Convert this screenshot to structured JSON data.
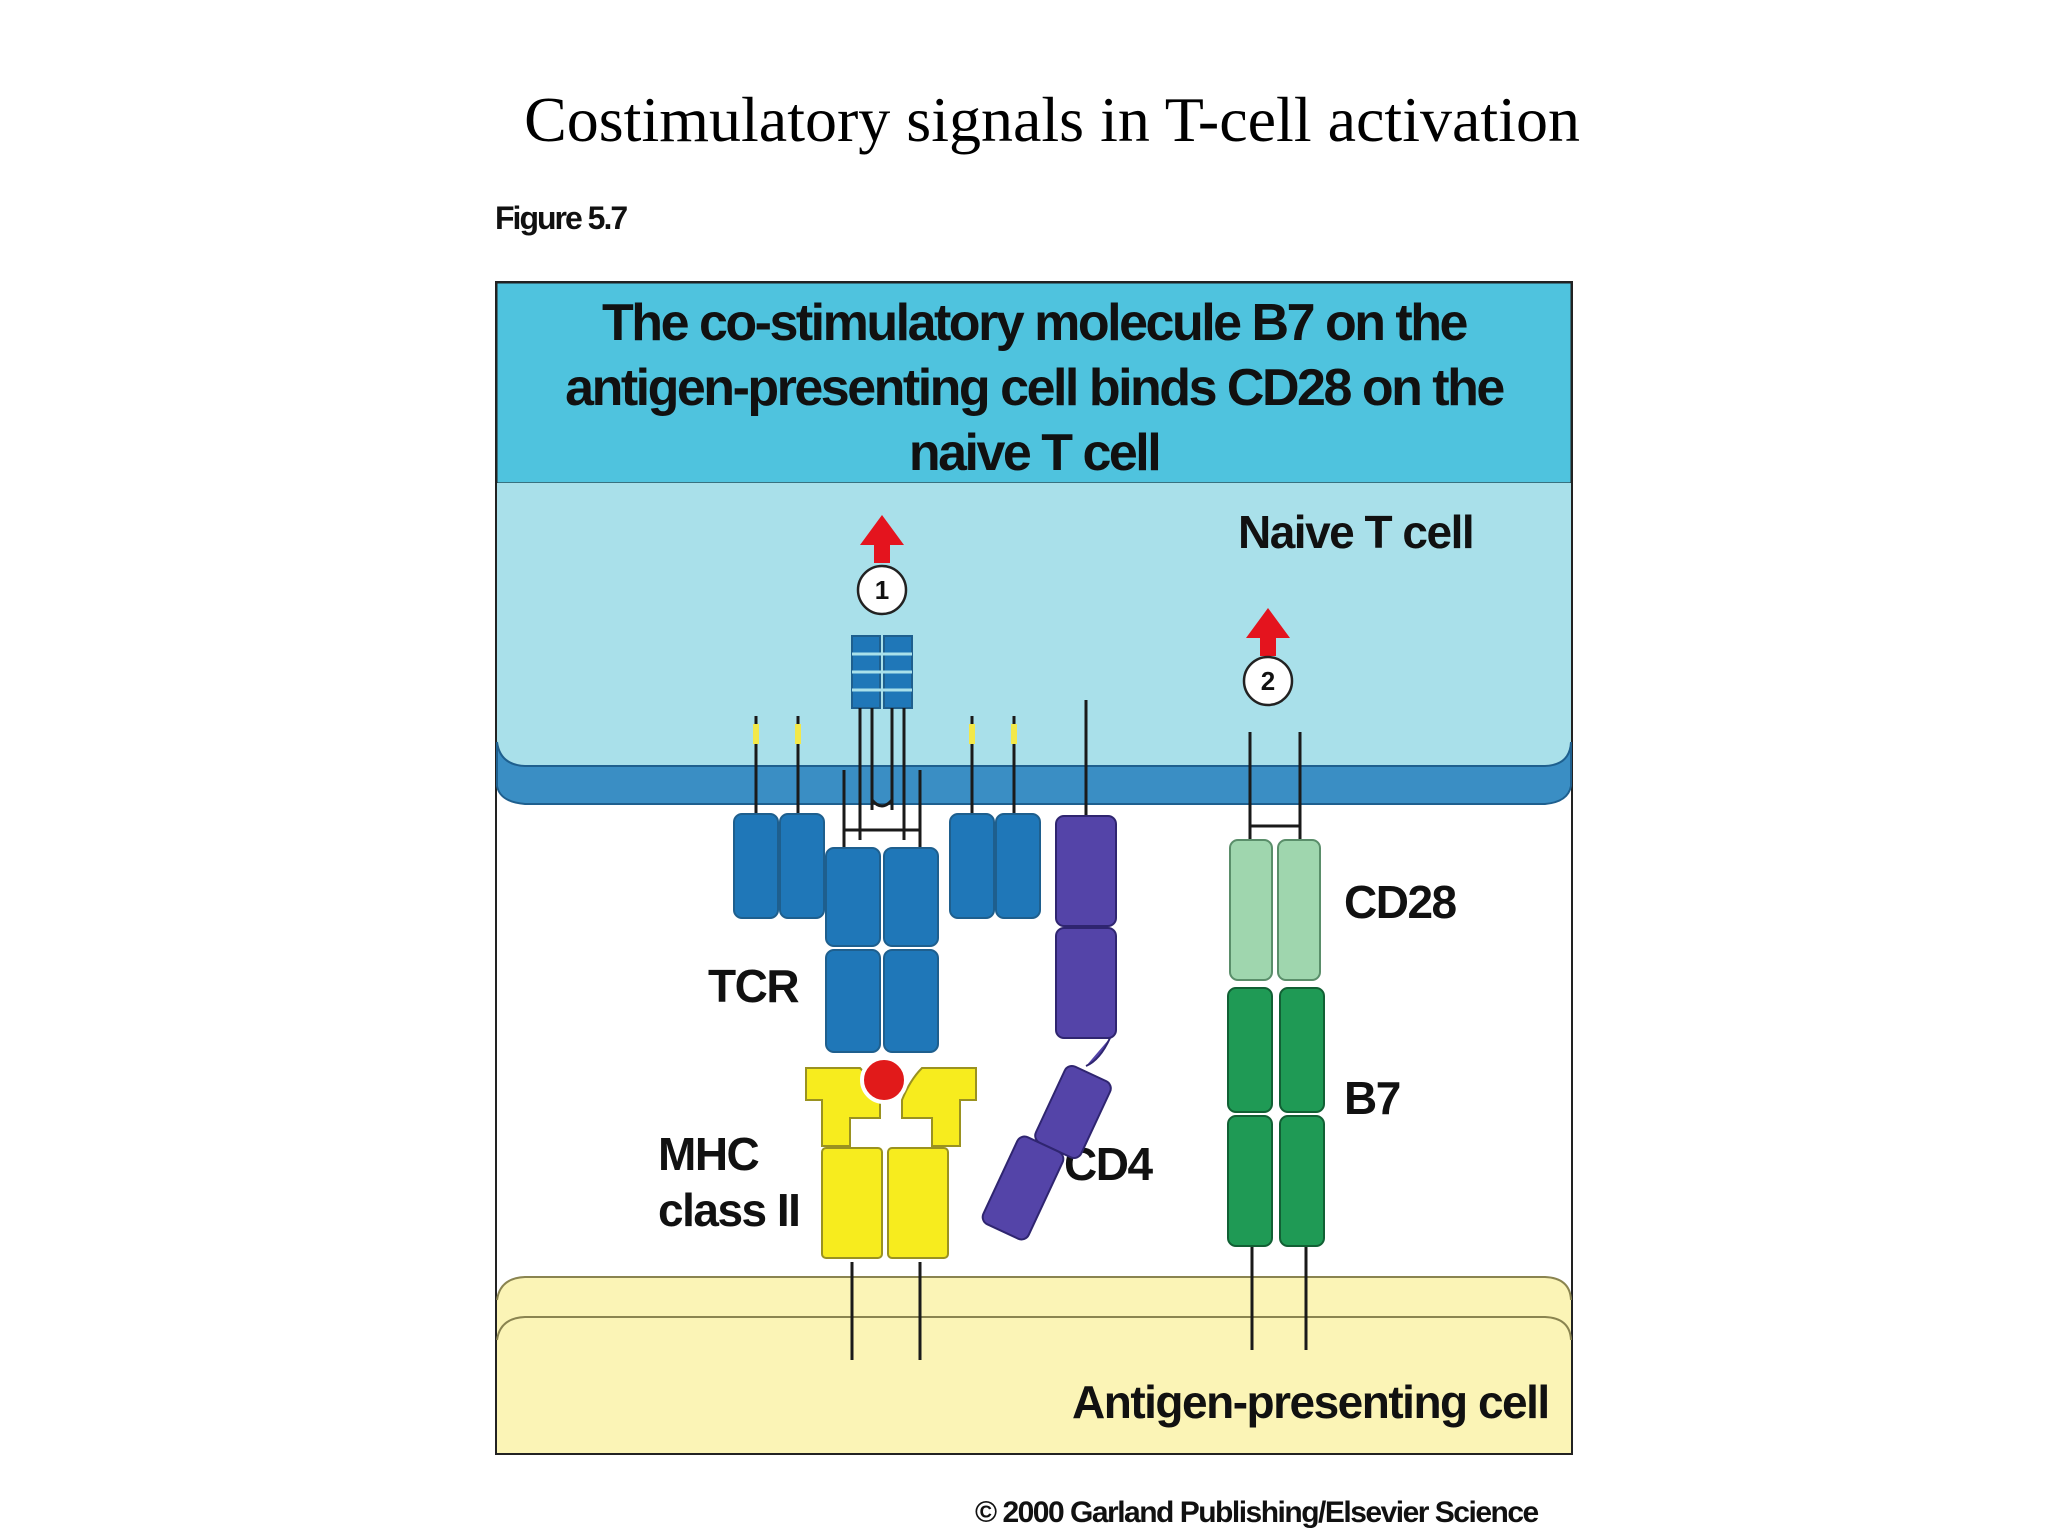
{
  "slide": {
    "title": "Costimulatory signals in T-cell activation"
  },
  "figure": {
    "label": "Figure 5.7",
    "header_lines": [
      "The co-stimulatory molecule B7 on the",
      "antigen-presenting cell binds CD28 on the",
      "naive T cell"
    ],
    "labels": {
      "naive_t_cell": "Naive T  cell",
      "apc": "Antigen-presenting cell",
      "tcr": "TCR",
      "mhc_line1": "MHC",
      "mhc_line2": "class II",
      "cd4": "CD4",
      "cd28": "CD28",
      "b7": "B7"
    },
    "signals": [
      "1",
      "2"
    ],
    "copyright": "© 2000 Garland Publishing/Elsevier Science"
  },
  "colors": {
    "header_bg": "#4fc3de",
    "t_cell_bg": "#a9e0ea",
    "membrane": "#3a8ec4",
    "apc_bg": "#fbf4b6",
    "tcr_blue": "#1f77b8",
    "cd4_purple": "#5444a8",
    "mhc_yellow": "#f7ec1e",
    "peptide_red": "#e11a1a",
    "cd28_green": "#9fd6ae",
    "b7_green": "#1f9a55",
    "arrow_red": "#e4141e"
  }
}
